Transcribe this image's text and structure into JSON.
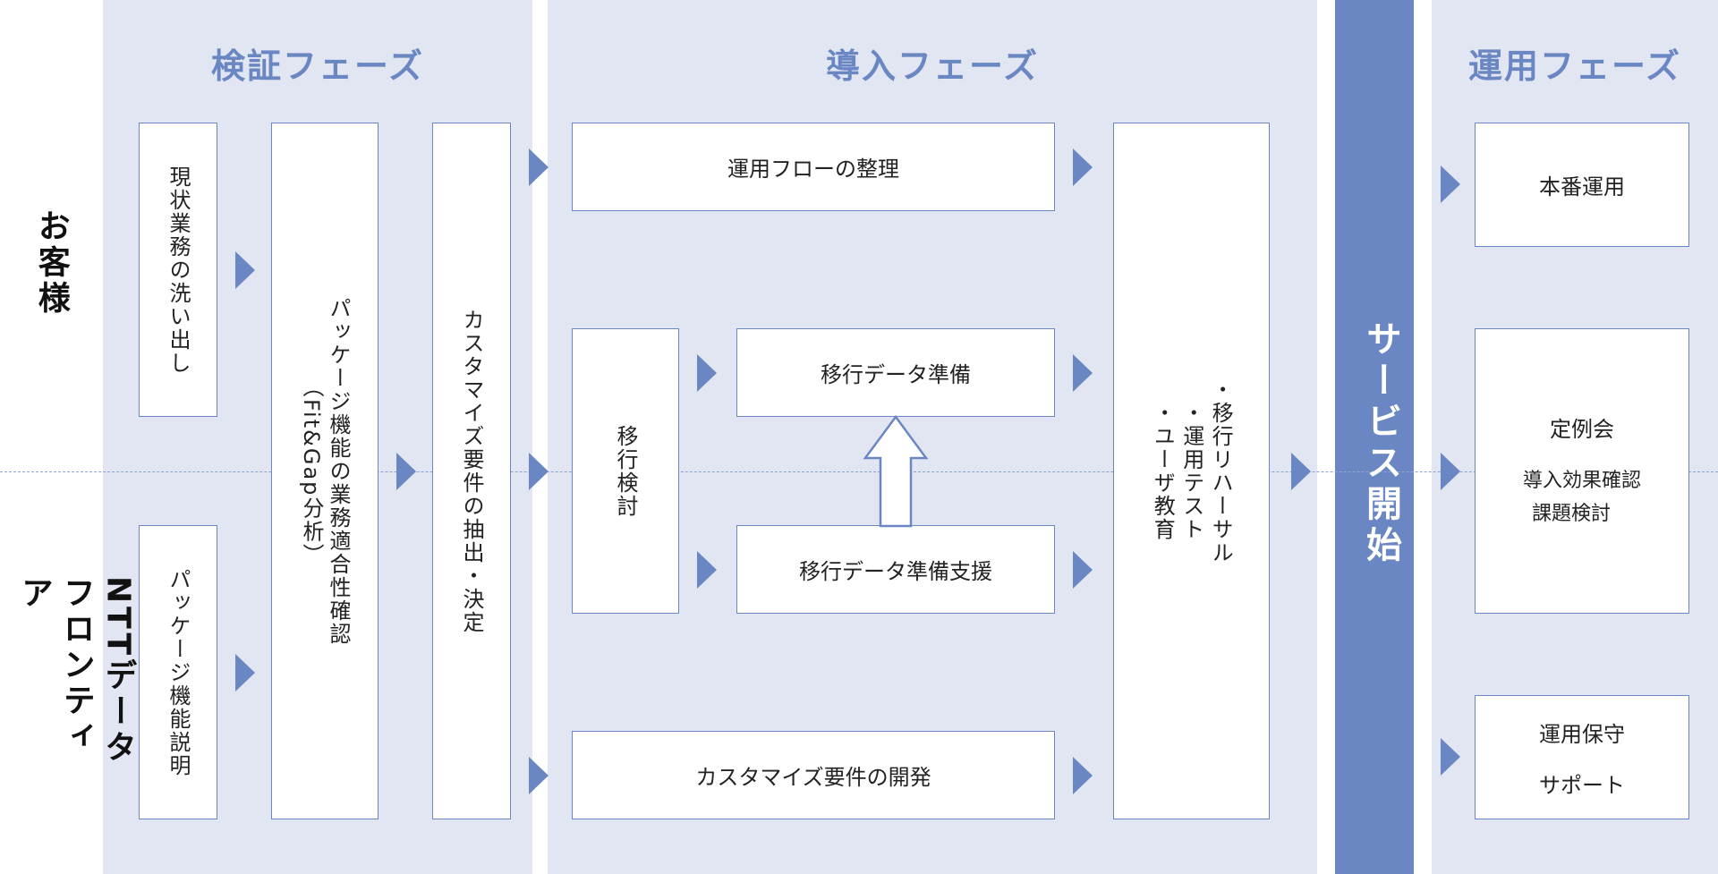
{
  "rows": {
    "customer": "お客様",
    "ntt": "NTTデータ フロンティア"
  },
  "phases": {
    "verify": "検証フェーズ",
    "deploy": "導入フェーズ",
    "operate": "運用フェーズ"
  },
  "service_start": "サービス開始",
  "verify": {
    "current_ops": "現状業務の洗い出し",
    "package_explain": "パッケージ機能説明",
    "fitgap_line1": "パッケージ機能の業務適合性確認",
    "fitgap_line2": "（Fit&Gap分析）",
    "custom_req": "カスタマイズ要件の抽出・決定"
  },
  "deploy": {
    "flow_org": "運用フローの整理",
    "migration_review": "移行検討",
    "data_prep": "移行データ準備",
    "data_prep_support": "移行データ準備支援",
    "custom_dev": "カスタマイズ要件の開発",
    "rehearsal_items": [
      "移行リハーサル",
      "運用テスト",
      "ユーザ教育"
    ]
  },
  "operate": {
    "production": "本番運用",
    "regular_meeting": "定例会",
    "effect_check": "導入効果確認",
    "issue_review": "課題検討",
    "maintenance": "運用保守",
    "support": "サポート"
  },
  "colors": {
    "accent": "#6b87c3",
    "band": "#e1e6f2",
    "divider": "#8fa3d1"
  }
}
